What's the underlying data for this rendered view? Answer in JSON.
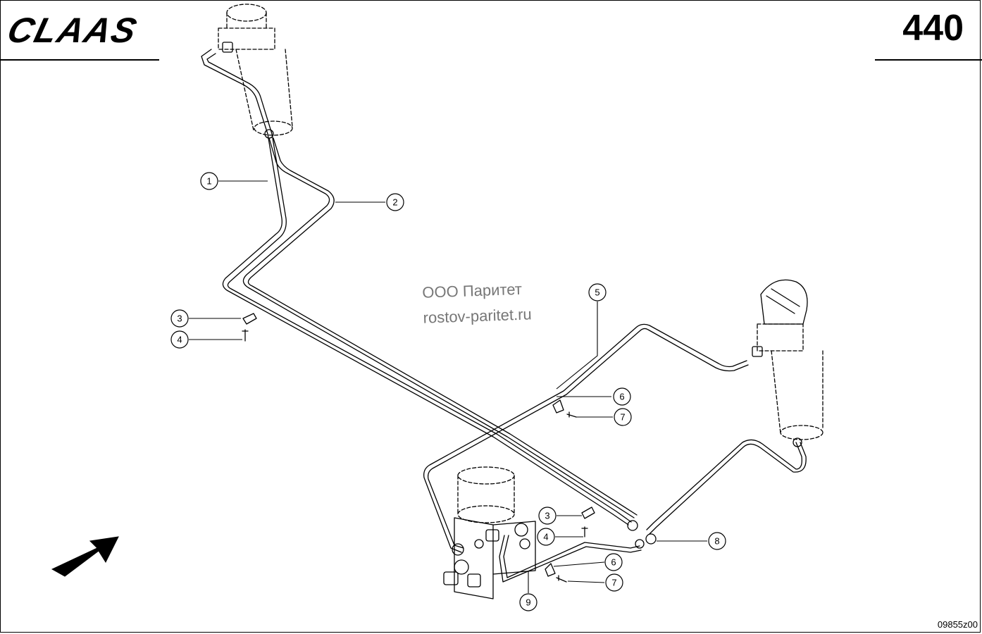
{
  "header": {
    "brand": "CLAAS",
    "page_number": "440"
  },
  "watermark": {
    "line1": "ООО Паритет",
    "line2": "rostov-paritet.ru"
  },
  "reference_code": "09855z00",
  "callouts": {
    "c1": "1",
    "c2": "2",
    "c3a": "3",
    "c4a": "4",
    "c5": "5",
    "c6a": "6",
    "c7a": "7",
    "c3b": "3",
    "c4b": "4",
    "c6b": "6",
    "c7b": "7",
    "c8": "8",
    "c9": "9"
  },
  "icons": [
    "direction-arrow-icon"
  ]
}
